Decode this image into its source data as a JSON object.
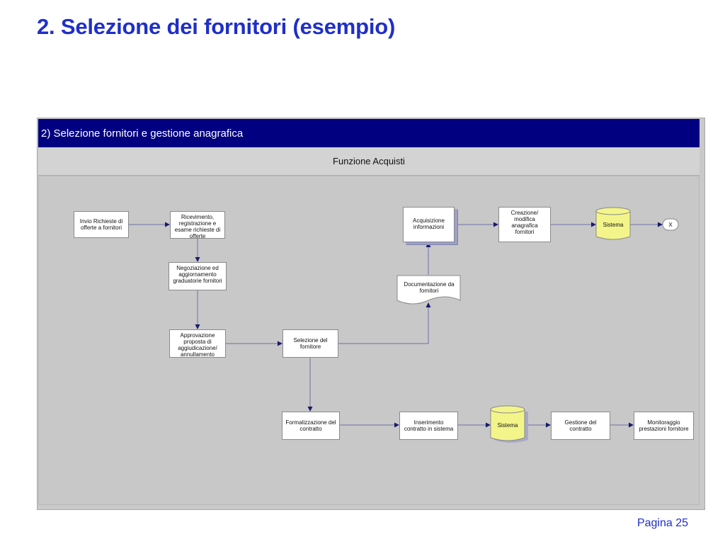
{
  "slide": {
    "title": "2. Selezione dei fornitori (esempio)",
    "page_number": "Pagina 25"
  },
  "diagram": {
    "header": "2) Selezione fornitori e gestione anagrafica",
    "lane": "Funzione Acquisti",
    "nodes": {
      "invio_richieste": "Invio Richieste di offerte a fornitori",
      "ricevimento": "Ricevimento, registrazione e esame richieste di offerte",
      "negoziazione": "Negoziazione ed aggiornamento graduatorie fornitori",
      "approvazione": "Approvazione proposta di aggiudicazione/ annullamento",
      "selezione": "Selezione del fornitore",
      "documentazione": "Documentazione da fornitori",
      "acquisizione": "Acquisizione informazioni",
      "creazione": "Creazione/ modifica anagrafica fornitori",
      "sistema_1": "Sistema",
      "end": "X",
      "formalizzazione": "Formalizzazione del contratto",
      "inserimento": "Inserimento contratto in sistema",
      "sistema_2": "Sistema",
      "gestione": "Gestione del contratto",
      "monitoraggio": "Monitoraggio prestazioni fornitore"
    },
    "colors": {
      "header": "#000080",
      "title": "#1f2fc8",
      "database": "#f3f58a",
      "arrow": "#1a1a6e"
    }
  }
}
